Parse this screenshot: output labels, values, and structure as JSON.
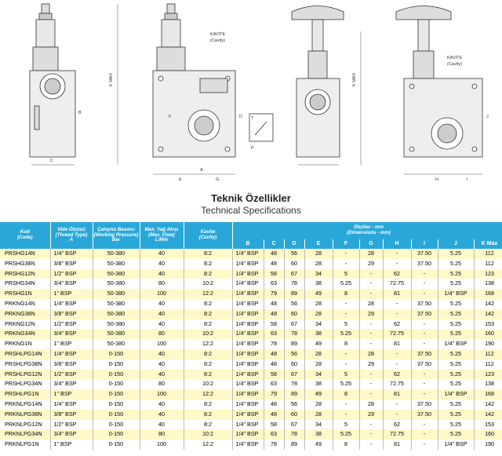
{
  "drawings": {
    "labels": {
      "kavite_tr": "KAVİTE",
      "kavite_en": "(Cavity)",
      "k_max": "K MAX",
      "k": "K",
      "b": "B",
      "c": "C",
      "a": "A",
      "d": "D",
      "e": "E",
      "f": "F",
      "g": "G",
      "h": "H",
      "j": "J",
      "i": "I",
      "t": "T",
      "p": "P"
    }
  },
  "titles": {
    "tr": "Teknik Özellikler",
    "en": "Technical Specifications"
  },
  "table": {
    "headers": {
      "kod": "Kod",
      "kod_en": "(Code)",
      "vida": "Vida Ölçüsü",
      "vida_en": "(Thread Type)",
      "vida_a": "A",
      "calisma": "Çalışma Basıncı",
      "calisma_en": "(Working Pressure)",
      "calisma_bar": "Bar",
      "debi": "Max. Yağ Akışı",
      "debi_en": "(Max. Flow)",
      "debi_unit": "L/Min",
      "kavite": "Kavite",
      "kavite_en": "(Cavity)",
      "olculer": "Ölçüler - mm",
      "olculer_en": "(Dimensions - mm)",
      "cols": [
        "B",
        "C",
        "D",
        "E",
        "F",
        "G",
        "H",
        "I",
        "J",
        "K Max"
      ]
    },
    "rows": [
      [
        "PRSHG14N",
        "1/4\" BSP",
        "50-380",
        "40",
        "8:2",
        "1/4\" BSP",
        "48",
        "56",
        "28",
        "-",
        "28",
        "-",
        "37.50",
        "5.25",
        "112"
      ],
      [
        "PRSHG38N",
        "3/8\" BSP",
        "50-380",
        "40",
        "8:2",
        "1/4\" BSP",
        "48",
        "60",
        "28",
        "-",
        "29",
        "-",
        "37.50",
        "5.25",
        "112"
      ],
      [
        "PRSHG12N",
        "1/2\" BSP",
        "50-380",
        "40",
        "8:2",
        "1/4\" BSP",
        "58",
        "67",
        "34",
        "5",
        "-",
        "62",
        "-",
        "5.25",
        "123"
      ],
      [
        "PRSHG34N",
        "3/4\" BSP",
        "50-380",
        "80",
        "10:2",
        "1/4\" BSP",
        "63",
        "78",
        "38",
        "5.25",
        "-",
        "72.75",
        "-",
        "5.25",
        "138"
      ],
      [
        "PRSHG1N",
        "1\" BSP",
        "50-380",
        "100",
        "12:2",
        "1/4\" BSP",
        "79",
        "89",
        "49",
        "8",
        "-",
        "81",
        "-",
        "1/4\" BSP",
        "168"
      ],
      [
        "PRKNG14N",
        "1/4\" BSP",
        "50-380",
        "40",
        "8:2",
        "1/4\" BSP",
        "48",
        "56",
        "28",
        "-",
        "28",
        "-",
        "37.50",
        "5.25",
        "142"
      ],
      [
        "PRKNG38N",
        "3/8\" BSP",
        "50-380",
        "40",
        "8:2",
        "1/4\" BSP",
        "48",
        "60",
        "28",
        "-",
        "29",
        "-",
        "37.50",
        "5.25",
        "142"
      ],
      [
        "PRKNG12N",
        "1/2\" BSP",
        "50-380",
        "40",
        "8:2",
        "1/4\" BSP",
        "58",
        "67",
        "34",
        "5",
        "-",
        "62",
        "-",
        "5.25",
        "153"
      ],
      [
        "PRKNG34N",
        "3/4\" BSP",
        "50-380",
        "80",
        "10:2",
        "1/4\" BSP",
        "63",
        "78",
        "38",
        "5.25",
        "-",
        "72.75",
        "-",
        "5.25",
        "160"
      ],
      [
        "PRKNG1N",
        "1\" BSP",
        "50-380",
        "100",
        "12:2",
        "1/4\" BSP",
        "78",
        "89",
        "49",
        "8",
        "-",
        "81",
        "-",
        "1/4\" BSP",
        "190"
      ],
      [
        "PRSHLPG14N",
        "1/4\" BSP",
        "0-150",
        "40",
        "8:2",
        "1/4\" BSP",
        "48",
        "56",
        "28",
        "-",
        "28",
        "-",
        "37.50",
        "5.25",
        "112"
      ],
      [
        "PRSHLPG38N",
        "3/8\" BSP",
        "0-150",
        "40",
        "8:2",
        "1/4\" BSP",
        "48",
        "60",
        "28",
        "-",
        "29",
        "-",
        "37.50",
        "5.25",
        "112"
      ],
      [
        "PRSHLPG12N",
        "1/2\" BSP",
        "0-150",
        "40",
        "8:2",
        "1/4\" BSP",
        "58",
        "67",
        "34",
        "5",
        "-",
        "62",
        "-",
        "5.25",
        "123"
      ],
      [
        "PRSHLPG34N",
        "3/4\" BSP",
        "0-150",
        "80",
        "10:2",
        "1/4\" BSP",
        "63",
        "78",
        "38",
        "5.25",
        "-",
        "72.75",
        "-",
        "5.25",
        "138"
      ],
      [
        "PRSHLPG1N",
        "1\" BSP",
        "0-150",
        "100",
        "12:2",
        "1/4\" BSP",
        "79",
        "89",
        "49",
        "8",
        "-",
        "81",
        "-",
        "1/4\" BSP",
        "168"
      ],
      [
        "PRKNLPG14N",
        "1/4\" BSP",
        "0-150",
        "40",
        "8:2",
        "1/4\" BSP",
        "48",
        "56",
        "28",
        "-",
        "28",
        "-",
        "37.50",
        "5.25",
        "142"
      ],
      [
        "PRKNLPG38N",
        "3/8\" BSP",
        "0-150",
        "40",
        "8:2",
        "1/4\" BSP",
        "48",
        "60",
        "28",
        "-",
        "29",
        "-",
        "37.50",
        "5.25",
        "142"
      ],
      [
        "PRKNLPG12N",
        "1/2\" BSP",
        "0-150",
        "40",
        "8:2",
        "1/4\" BSP",
        "58",
        "67",
        "34",
        "5",
        "-",
        "62",
        "-",
        "5.25",
        "153"
      ],
      [
        "PRKNLPG34N",
        "3/4\" BSP",
        "0-150",
        "80",
        "10:2",
        "1/4\" BSP",
        "63",
        "78",
        "38",
        "5.25",
        "-",
        "72.75",
        "-",
        "5.25",
        "160"
      ],
      [
        "PRKNLPG1N",
        "1\" BSP",
        "0-150",
        "100",
        "12:2",
        "1/4\" BSP",
        "78",
        "89",
        "49",
        "8",
        "-",
        "81",
        "-",
        "1/4\" BSP",
        "190"
      ]
    ]
  }
}
